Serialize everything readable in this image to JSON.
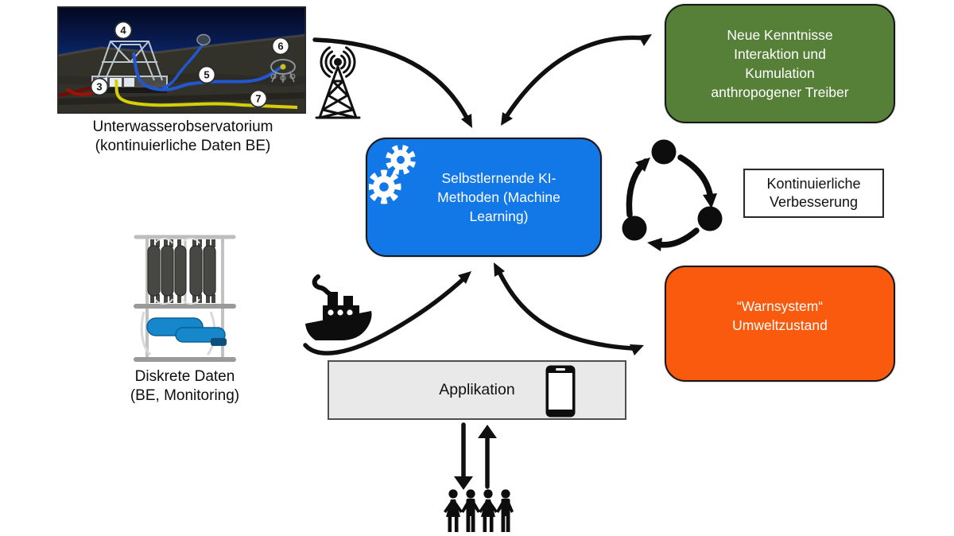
{
  "colors": {
    "ml_blue": "#1278E7",
    "knowledge_green": "#567F37",
    "warning_orange": "#F95A0D",
    "app_gray": "#E9E9E9"
  },
  "observatory": {
    "caption": "Unterwasserobservatorium\n(kontinuierliche Daten BE)",
    "markers": [
      "3",
      "4",
      "5",
      "6",
      "7"
    ]
  },
  "discrete": {
    "caption": "Diskrete Daten\n(BE, Monitoring)"
  },
  "ml_box": {
    "label": "Selbstlernende KI-\nMethoden (Machine\nLearning)"
  },
  "knowledge_box": {
    "label": "Neue Kenntnisse\nInteraktion und\nKumulation\nanthropogener Treiber"
  },
  "improvement_box": {
    "label": "Kontinuierliche\nVerbesserung"
  },
  "warning_box": {
    "label": "“Warnsystem“\nUmweltzustand"
  },
  "application_box": {
    "label": "Applikation"
  },
  "icons": {
    "radio_tower": "lattice-radio-tower-with-signal-waves",
    "gears": "two-white-gears",
    "cycle": "three-dots-circular-arrows-clockwise",
    "ship": "black-ship-silhouette",
    "smartphone": "smartphone-outline",
    "people": "four-person-family-pictogram",
    "water_sampler": "instrument-rack-with-sampling-bottles",
    "underwater_photo": "seafloor-observatory-photo"
  }
}
